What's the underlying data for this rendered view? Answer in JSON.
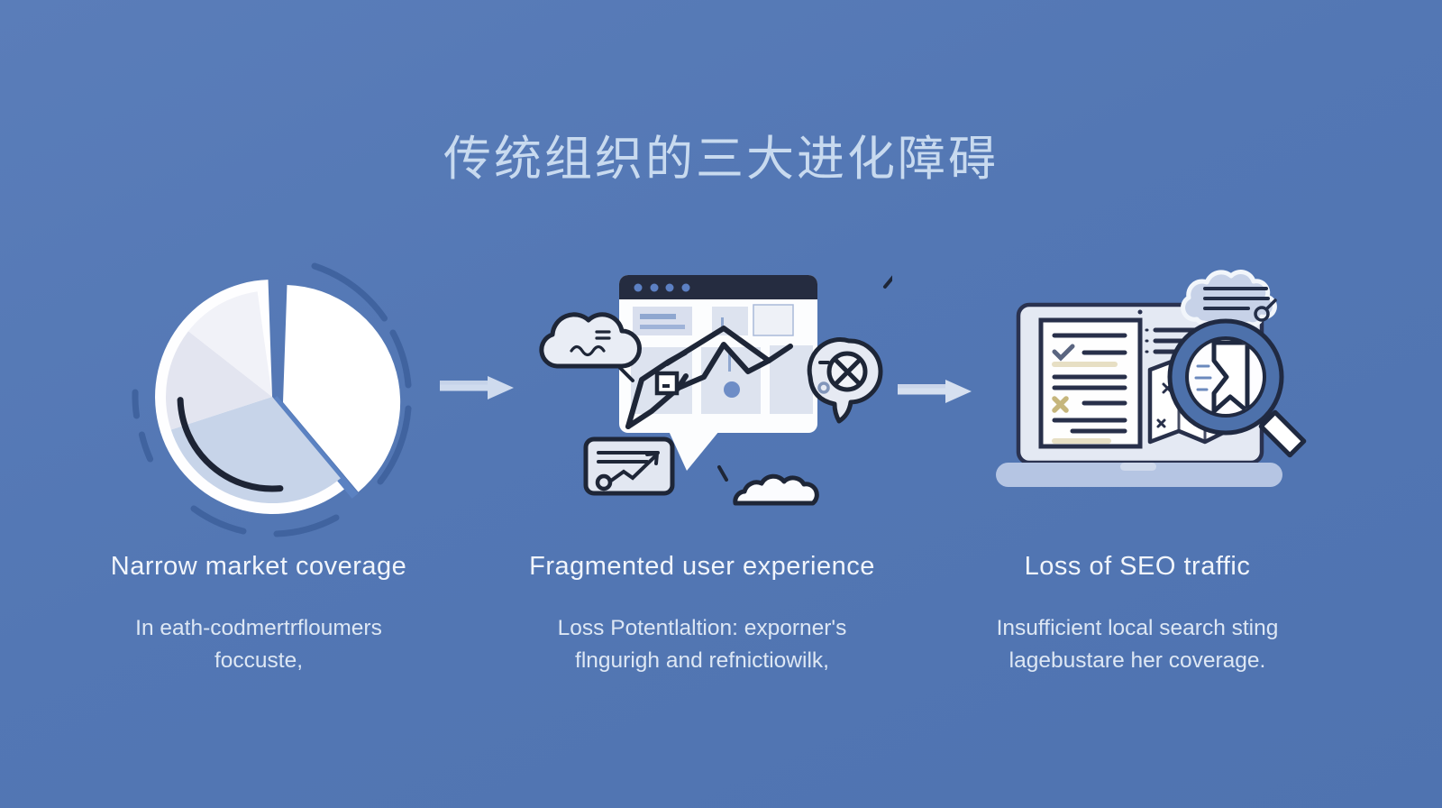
{
  "page": {
    "title": "传统组织的三大进化障碍"
  },
  "colors": {
    "background": "#5377b4",
    "title_text": "#c8daef",
    "heading_text": "#f1f5fb",
    "body_text": "#dde7f4",
    "outline_dark": "#1e2638",
    "accent_blue": "#5c80c3",
    "arrow": "#cfdbee"
  },
  "columns": [
    {
      "icon": "pie-chart-icon",
      "heading": "Narrow market coverage",
      "description": "In eath-codmertrfloumers foccuste,"
    },
    {
      "icon": "browser-map-icon",
      "heading": "Fragmented user experience",
      "description": "Loss Potentlaltion: exporner's flngurigh and refnictiowilk,"
    },
    {
      "icon": "laptop-search-icon",
      "heading": "Loss of SEO traffic",
      "description": "Insufficient local search sting lagebustare her coverage."
    }
  ],
  "arrows": [
    "right-arrow",
    "right-arrow"
  ]
}
